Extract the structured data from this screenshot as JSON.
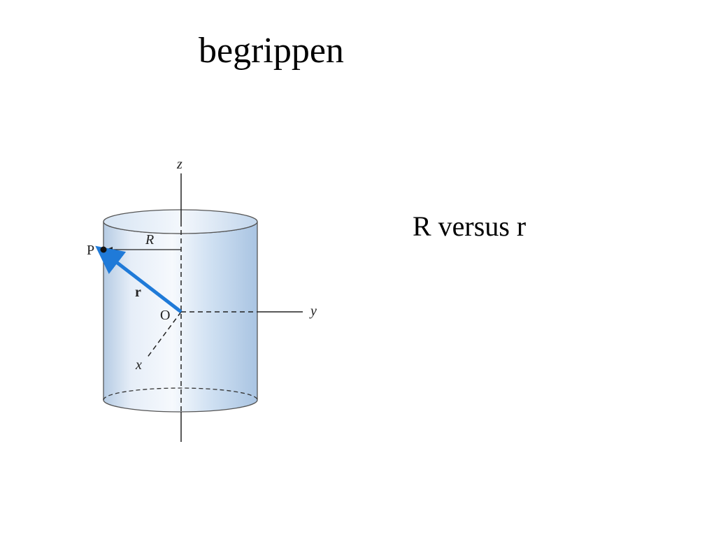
{
  "slide": {
    "title": "begrippen",
    "side_text": "R versus r"
  },
  "diagram": {
    "labels": {
      "z_axis": "z",
      "y_axis": "y",
      "x_axis": "x",
      "point": "P",
      "radius": "R",
      "position_vector": "r",
      "origin": "O"
    },
    "colors": {
      "vector": "#1f7ad8",
      "cylinder_light": "#eef4fb",
      "cylinder_mid": "#c9dcf0",
      "cylinder_dark": "#a9c4e2",
      "outline": "#333333"
    }
  }
}
